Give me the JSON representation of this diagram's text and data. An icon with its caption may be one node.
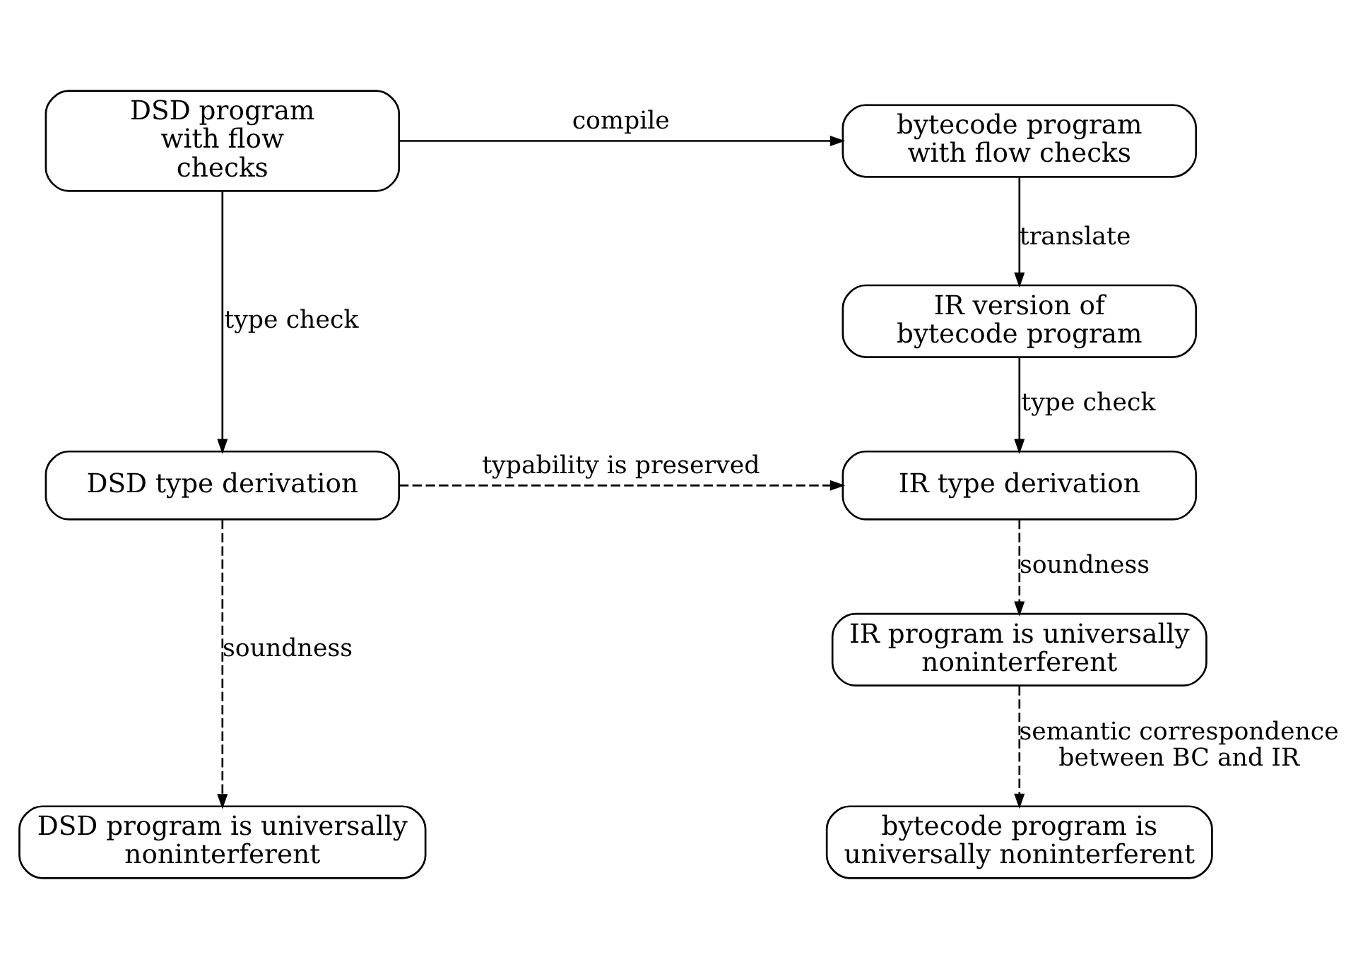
{
  "diagram": {
    "nodes": [
      {
        "text": [
          "DSD program with flow checks"
        ]
      },
      {
        "text": [
          "bytecode program with flow checks"
        ]
      },
      {
        "text": [
          "IR version of bytecode program"
        ]
      },
      {
        "text": [
          "DSD type derivation"
        ]
      },
      {
        "text": [
          "IR type derivation"
        ]
      },
      {
        "text": [
          "IR program is universally noninterferent"
        ]
      },
      {
        "text": [
          "DSD program is universally noninterferent"
        ]
      },
      {
        "text": [
          "bytecode program is universally noninterferent"
        ]
      }
    ],
    "edges": [
      {
        "from": 0,
        "to": 1,
        "arrow": "to",
        "label": "compile"
      },
      {
        "from": 0,
        "to": 3,
        "arrow": "to",
        "label": "type check"
      },
      {
        "from": 1,
        "to": 2,
        "arrow": "to",
        "label": "translate"
      },
      {
        "from": 2,
        "to": 4,
        "arrow": "to",
        "label": "type check"
      },
      {
        "from": 3,
        "to": 4,
        "arrow": "to",
        "label": "typability is preserved",
        "style": "dashed"
      },
      {
        "from": 3,
        "to": 6,
        "arrow": "to",
        "label": "soundness",
        "style": "dashed"
      },
      {
        "from": 4,
        "to": 5,
        "arrow": "to",
        "label": "soundness",
        "style": "dashed"
      },
      {
        "from": 5,
        "to": 7,
        "arrow": "to",
        "label": "semantic correspondence between BC and IR",
        "style": "dashed"
      }
    ]
  }
}
